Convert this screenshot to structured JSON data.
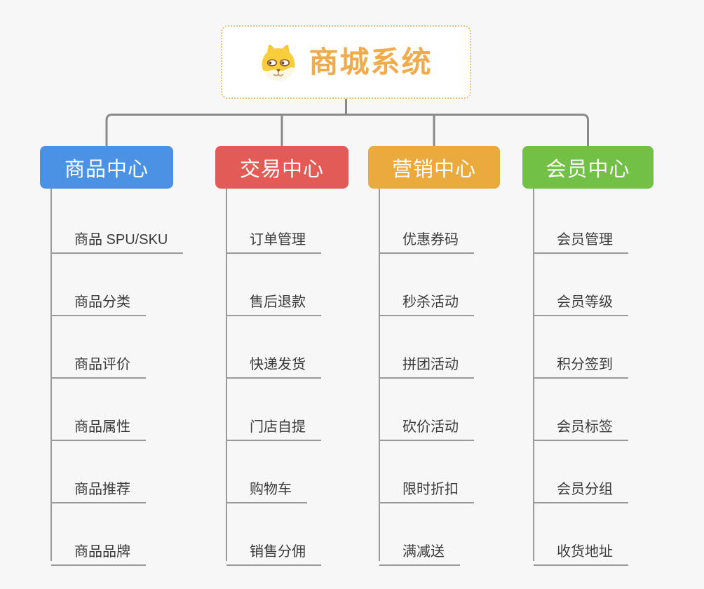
{
  "root": {
    "title": "商城系统",
    "icon": "shiba-dog-icon",
    "title_color": "#F0AB4C",
    "border_color": "#F2BE77"
  },
  "colors": {
    "background": "#F7F7F7",
    "connector_gray": "#8A8A8A",
    "child_line_gray": "#9A9A9A",
    "child_text": "#3A3A3A"
  },
  "branches": [
    {
      "label": "商品中心",
      "color": "#4B92E5",
      "children": [
        "商品 SPU/SKU",
        "商品分类",
        "商品评价",
        "商品属性",
        "商品推荐",
        "商品品牌"
      ]
    },
    {
      "label": "交易中心",
      "color": "#E35B56",
      "children": [
        "订单管理",
        "售后退款",
        "快递发货",
        "门店自提",
        "购物车",
        "销售分佣"
      ]
    },
    {
      "label": "营销中心",
      "color": "#EBAA3D",
      "children": [
        "优惠券码",
        "秒杀活动",
        "拼团活动",
        "砍价活动",
        "限时折扣",
        "满减送"
      ]
    },
    {
      "label": "会员中心",
      "color": "#72C046",
      "children": [
        "会员管理",
        "会员等级",
        "积分签到",
        "会员标签",
        "会员分组",
        "收货地址"
      ]
    }
  ]
}
